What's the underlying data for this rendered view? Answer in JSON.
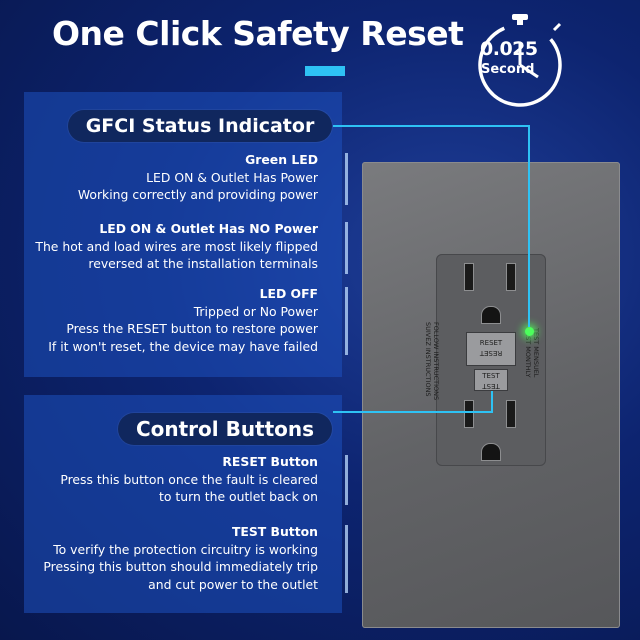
{
  "header": {
    "title": "One Click Safety Reset",
    "timer_value": "0.025",
    "timer_unit": "Second"
  },
  "status_section": {
    "label": "GFCI Status Indicator",
    "blocks": [
      {
        "heading": "Green LED",
        "lines": [
          "LED ON & Outlet Has Power",
          "Working correctly and providing power"
        ]
      },
      {
        "heading": "LED ON & Outlet Has NO Power",
        "lines": [
          "The hot and load wires are most likely flipped",
          "reversed at the installation terminals"
        ]
      },
      {
        "heading": "LED OFF",
        "lines": [
          "Tripped or No Power",
          "Press the RESET button to restore power",
          "If it won't reset, the device may have failed"
        ]
      }
    ]
  },
  "controls_section": {
    "label": "Control Buttons",
    "blocks": [
      {
        "heading": "RESET Button",
        "lines": [
          "Press this button once the fault is cleared",
          "to turn the outlet back on"
        ]
      },
      {
        "heading": "TEST Button",
        "lines": [
          "To verify the protection circuitry is working",
          "Pressing this button should immediately trip",
          "and cut power to the outlet"
        ]
      }
    ]
  },
  "outlet": {
    "reset_label": "RESET",
    "test_label": "TEST",
    "left_text": [
      "FOLLOW INSTRUCTIONS",
      "SUIVEZ INSTRUCTIONS"
    ],
    "right_text": [
      "TEST MENSUEL",
      "TEST MONTHLY"
    ],
    "led_color": "#4cff5c"
  },
  "colors": {
    "accent": "#2ec2f4",
    "pill": "#10275e",
    "panel": "#1e50be"
  }
}
